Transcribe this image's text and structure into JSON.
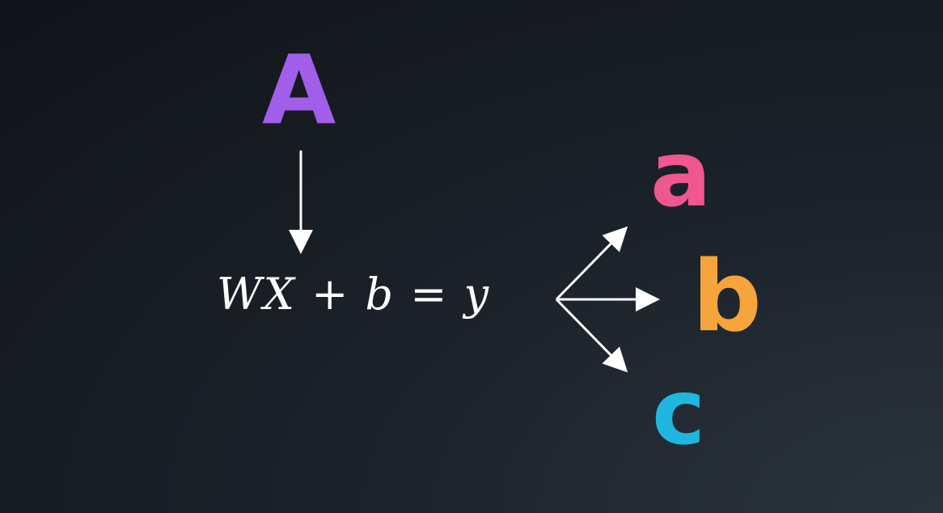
{
  "diagram": {
    "input_label": "A",
    "equation": "WX + b = y",
    "outputs": [
      "a",
      "b",
      "c"
    ]
  },
  "colors": {
    "input": "#a15ee8",
    "output_a": "#f0578e",
    "output_b": "#f6a43c",
    "output_c": "#1fb6df",
    "arrow": "#ffffff"
  },
  "icons": {
    "down_arrow": "arrow-down-icon",
    "fan_arrows": "fan-out-arrows-icon"
  }
}
